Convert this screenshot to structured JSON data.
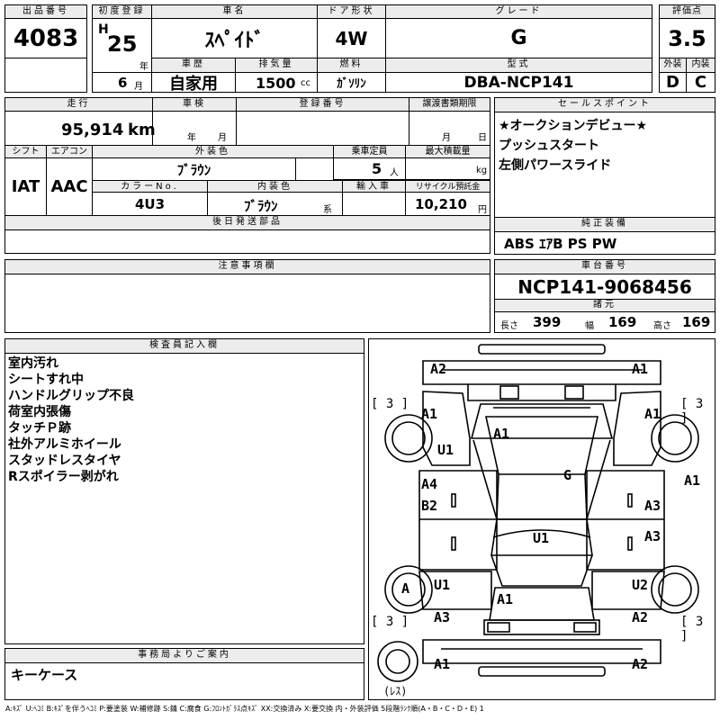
{
  "header": {
    "lot_no_label": "出品番号",
    "lot_no": "4083",
    "first_reg_label": "初度登録",
    "era": "H",
    "reg_year": "25",
    "year_unit": "年",
    "reg_month": "6",
    "month_unit": "月",
    "car_name_label": "車名",
    "car_name": "ｽﾍﾟｲﾄﾞ",
    "history_label": "車歴",
    "history": "自家用",
    "displacement_label": "排気量",
    "displacement": "1500",
    "cc_unit": "cc",
    "door_label": "ドア形状",
    "door": "4W",
    "fuel_label": "燃料",
    "fuel": "ｶﾞｿﾘﾝ",
    "grade_label": "グレード",
    "grade": "G",
    "model_label": "型式",
    "model": "DBA-NCP141",
    "score_label": "評価点",
    "score": "3.5",
    "ext_label": "外装",
    "ext": "D",
    "int_label": "内装",
    "int": "C"
  },
  "info": {
    "mileage_label": "走行",
    "mileage": "95,914",
    "km_unit": "km",
    "inspection_label": "車検",
    "insp_year_unit": "年",
    "insp_month_unit": "月",
    "regno_label": "登録番号",
    "transfer_label": "譲渡書類期限",
    "tr_month_unit": "月",
    "tr_day_unit": "日",
    "shift_label": "シフト",
    "shift": "IAT",
    "ac_label": "エアコン",
    "ac": "AAC",
    "ext_color_label": "外装色",
    "ext_color": "ﾌﾞﾗｳﾝ",
    "capacity_label": "乗車定員",
    "capacity": "5",
    "person_unit": "人",
    "load_label": "最大積載量",
    "kg_unit": "kg",
    "color_no_label": "カラーNo.",
    "color_no": "4U3",
    "int_color_label": "内装色",
    "int_color": "ﾌﾞﾗｳﾝ",
    "kei_unit": "系",
    "import_label": "輸入車",
    "recycle_label": "リサイクル預託金",
    "recycle": "10,210",
    "yen_unit": "円",
    "later_parts_label": "後日発送部品"
  },
  "sales_points": {
    "label": "セールスポイント",
    "items": [
      "★オークションデビュー★",
      "プッシュスタート",
      "左側パワースライド"
    ]
  },
  "equipment": {
    "label": "純正装備",
    "value": "ABS ｴｱB PS PW"
  },
  "caution": {
    "label": "注意事項欄"
  },
  "chassis": {
    "label": "車台番号",
    "value": "NCP141-9068456",
    "spec_label": "諸元",
    "length_label": "長さ",
    "length": "399",
    "width_label": "幅",
    "width": "169",
    "height_label": "高さ",
    "height": "169"
  },
  "inspector": {
    "label": "検査員記入欄",
    "notes": [
      "室内汚れ",
      "シートすれ中",
      "ハンドルグリップ不良",
      "荷室内張傷",
      "タッチＰ跡",
      "社外アルミホイール",
      "スタッドレスタイヤ",
      "Rスポイラー剥がれ"
    ]
  },
  "office": {
    "label": "事務局よりご案内",
    "value": "キーケース"
  },
  "diagram": {
    "marks": {
      "front_left": "A2",
      "front_right": "A1",
      "tread_fl": "[ 3 ]",
      "tread_fr": "[ 3 ]",
      "tread_rl": "[ 3 ]",
      "tread_rr": "[ 3 ]",
      "fender_fl": "A1",
      "fender_fr": "A1",
      "hood": "A1",
      "pillar_l": "U1",
      "roof": "G",
      "right_side": "A1",
      "door_fl": "A4",
      "door_rl": "B2",
      "door_fr": "A3",
      "door_rr": "A3",
      "center": "U1",
      "wheel_rl": "A",
      "quarter_l": "U1",
      "quarter_r": "U2",
      "trunk": "A1",
      "rear_l": "A3",
      "rear_r": "A2",
      "bottom_l": "A1",
      "bottom_r": "A2",
      "spare": "(ﾚｽ)"
    }
  },
  "legend": "A:ｷｽﾞ U:ﾍｺﾐ B:ｷｽﾞを伴うﾍｺﾐ P:要塗装 W:補修跡 S:錆 C:腐食 G:ﾌﾛﾝﾄｶﾞﾗｽ点ｷｽﾞ XX:交換済み X:要交換 内・外装評価 5段階ﾗﾝｸ順(A・B・C・D・E) 1"
}
